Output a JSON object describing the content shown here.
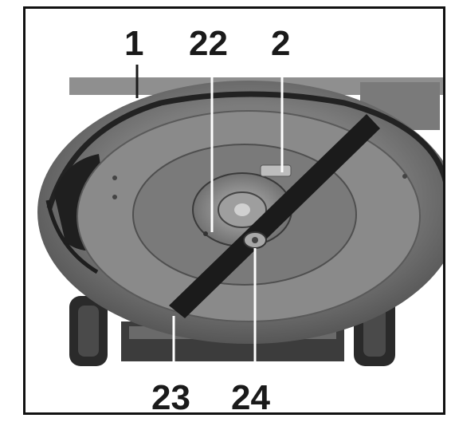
{
  "figure": {
    "callouts": {
      "top_left": "1",
      "top_center": "22",
      "top_right": "2",
      "bottom_left": "23",
      "bottom_right": "24"
    }
  }
}
